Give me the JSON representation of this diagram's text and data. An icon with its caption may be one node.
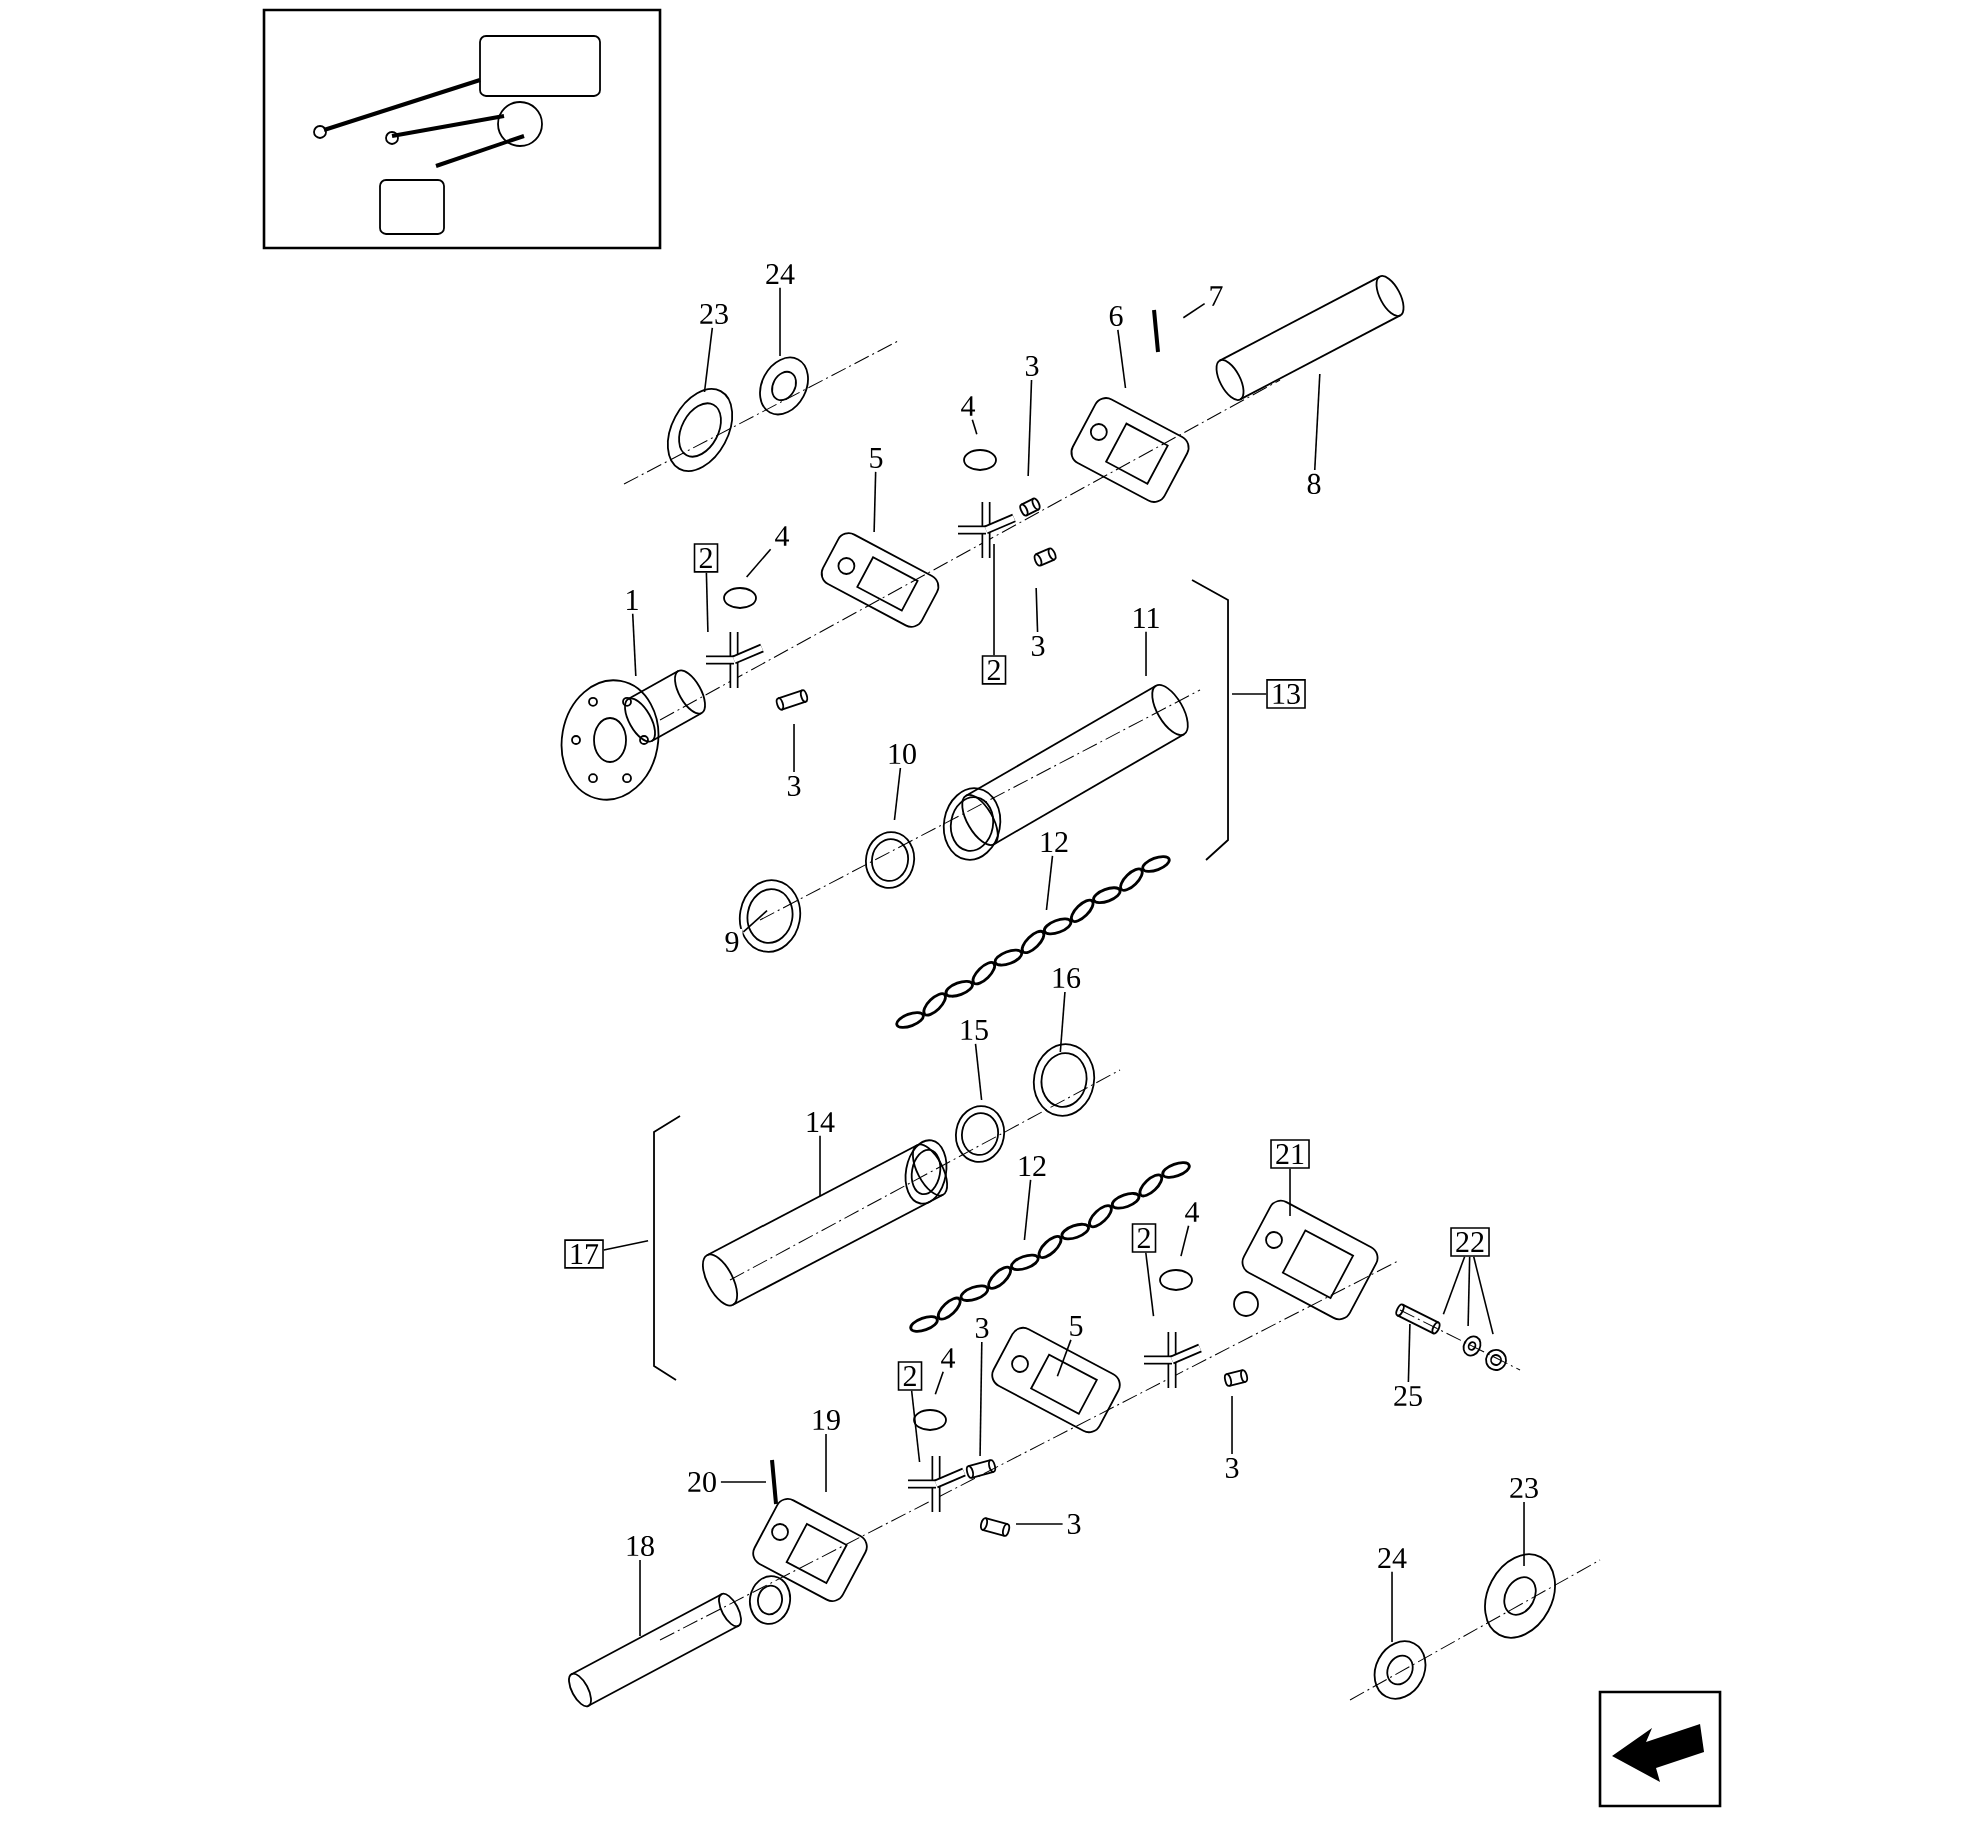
{
  "diagram": {
    "nodes": [
      {
        "text": [
          "23"
        ]
      },
      {
        "text": [
          "24"
        ]
      },
      {
        "text": [
          "6"
        ]
      },
      {
        "text": [
          "7"
        ]
      },
      {
        "text": [
          "3"
        ]
      },
      {
        "text": [
          "4"
        ]
      },
      {
        "text": [
          "8"
        ]
      },
      {
        "text": [
          "5"
        ]
      },
      {
        "text": [
          "2"
        ]
      },
      {
        "text": [
          "4"
        ]
      },
      {
        "text": [
          "1"
        ]
      },
      {
        "text": [
          "2"
        ]
      },
      {
        "text": [
          "3"
        ]
      },
      {
        "text": [
          "11"
        ]
      },
      {
        "text": [
          "13"
        ]
      },
      {
        "text": [
          "3"
        ]
      },
      {
        "text": [
          "10"
        ]
      },
      {
        "text": [
          "12"
        ]
      },
      {
        "text": [
          "9"
        ]
      },
      {
        "text": [
          "16"
        ]
      },
      {
        "text": [
          "15"
        ]
      },
      {
        "text": [
          "14"
        ]
      },
      {
        "text": [
          "21"
        ]
      },
      {
        "text": [
          "12"
        ]
      },
      {
        "text": [
          "4"
        ]
      },
      {
        "text": [
          "2"
        ]
      },
      {
        "text": [
          "22"
        ]
      },
      {
        "text": [
          "17"
        ]
      },
      {
        "text": [
          "5"
        ]
      },
      {
        "text": [
          "3"
        ]
      },
      {
        "text": [
          "4"
        ]
      },
      {
        "text": [
          "2"
        ]
      },
      {
        "text": [
          "19"
        ]
      },
      {
        "text": [
          "25"
        ]
      },
      {
        "text": [
          "20"
        ]
      },
      {
        "text": [
          "3"
        ]
      },
      {
        "text": [
          "3"
        ]
      },
      {
        "text": [
          "23"
        ]
      },
      {
        "text": [
          "18"
        ]
      },
      {
        "text": [
          "24"
        ]
      }
    ],
    "edges": [
      {
        "from": 0,
        "to": null,
        "arrow": "none"
      },
      {
        "from": 1,
        "to": null,
        "arrow": "none"
      },
      {
        "from": 2,
        "to": null,
        "arrow": "none"
      },
      {
        "from": 3,
        "to": null,
        "arrow": "none"
      },
      {
        "from": 4,
        "to": null,
        "arrow": "none"
      },
      {
        "from": 5,
        "to": null,
        "arrow": "none"
      },
      {
        "from": 6,
        "to": null,
        "arrow": "none"
      },
      {
        "from": 7,
        "to": null,
        "arrow": "none"
      },
      {
        "from": 8,
        "to": null,
        "arrow": "none"
      },
      {
        "from": 9,
        "to": null,
        "arrow": "none"
      },
      {
        "from": 10,
        "to": null,
        "arrow": "none"
      },
      {
        "from": 11,
        "to": null,
        "arrow": "none"
      },
      {
        "from": 12,
        "to": null,
        "arrow": "none"
      },
      {
        "from": 13,
        "to": null,
        "arrow": "none"
      },
      {
        "from": 14,
        "to": null,
        "arrow": "none"
      },
      {
        "from": 15,
        "to": null,
        "arrow": "none"
      },
      {
        "from": 16,
        "to": null,
        "arrow": "none"
      },
      {
        "from": 17,
        "to": null,
        "arrow": "none"
      },
      {
        "from": 18,
        "to": null,
        "arrow": "none"
      },
      {
        "from": 19,
        "to": null,
        "arrow": "none"
      },
      {
        "from": 20,
        "to": null,
        "arrow": "none"
      },
      {
        "from": 21,
        "to": null,
        "arrow": "none"
      },
      {
        "from": 22,
        "to": null,
        "arrow": "none"
      },
      {
        "from": 23,
        "to": null,
        "arrow": "none"
      },
      {
        "from": 24,
        "to": null,
        "arrow": "none"
      },
      {
        "from": 25,
        "to": null,
        "arrow": "none"
      },
      {
        "from": 26,
        "to": null,
        "arrow": "none"
      },
      {
        "from": 26,
        "to": null,
        "arrow": "none"
      },
      {
        "from": 26,
        "to": null,
        "arrow": "none"
      },
      {
        "from": 27,
        "to": null,
        "arrow": "none"
      },
      {
        "from": 28,
        "to": null,
        "arrow": "none"
      },
      {
        "from": 29,
        "to": null,
        "arrow": "none"
      },
      {
        "from": 30,
        "to": null,
        "arrow": "none"
      },
      {
        "from": 31,
        "to": null,
        "arrow": "none"
      },
      {
        "from": 32,
        "to": null,
        "arrow": "none"
      },
      {
        "from": 33,
        "to": null,
        "arrow": "none"
      },
      {
        "from": 34,
        "to": null,
        "arrow": "none"
      },
      {
        "from": 35,
        "to": null,
        "arrow": "none"
      },
      {
        "from": 36,
        "to": null,
        "arrow": "none"
      },
      {
        "from": 37,
        "to": null,
        "arrow": "none"
      },
      {
        "from": 38,
        "to": null,
        "arrow": "none"
      },
      {
        "from": 39,
        "to": null,
        "arrow": "none"
      }
    ]
  }
}
